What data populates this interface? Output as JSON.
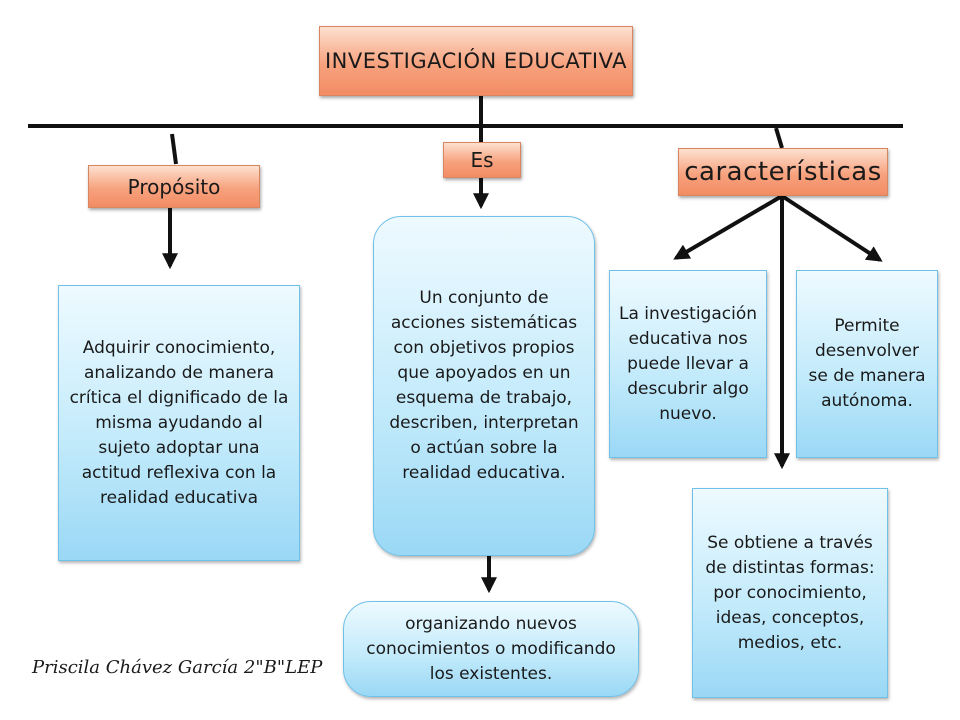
{
  "title": "INVESTIGACIÓN EDUCATIVA",
  "branches": {
    "proposito": {
      "label": "Propósito",
      "text": "Adquirir conocimiento, analizando de manera crítica el dignificado de la misma ayudando al sujeto adoptar una actitud reflexiva con la realidad educativa"
    },
    "es": {
      "label": "Es",
      "text": "Un conjunto de acciones sistemáticas con objetivos propios que apoyados en un esquema de trabajo, describen, interpretan o actúan sobre la realidad educativa.",
      "continuation": "organizando nuevos conocimientos o modificando los existentes."
    },
    "caracteristicas": {
      "label": "características",
      "items": [
        "La investigación educativa nos puede llevar a descubrir algo nuevo.",
        "Permite desenvolver se de manera autónoma.",
        "Se obtiene a través de distintas formas: por conocimiento, ideas, conceptos, medios, etc."
      ]
    }
  },
  "author": "Priscila Chávez García 2\"B\"LEP",
  "colors": {
    "node_fill": "#f7a27e",
    "content_fill": "#c4ebfb",
    "line": "#111111"
  }
}
